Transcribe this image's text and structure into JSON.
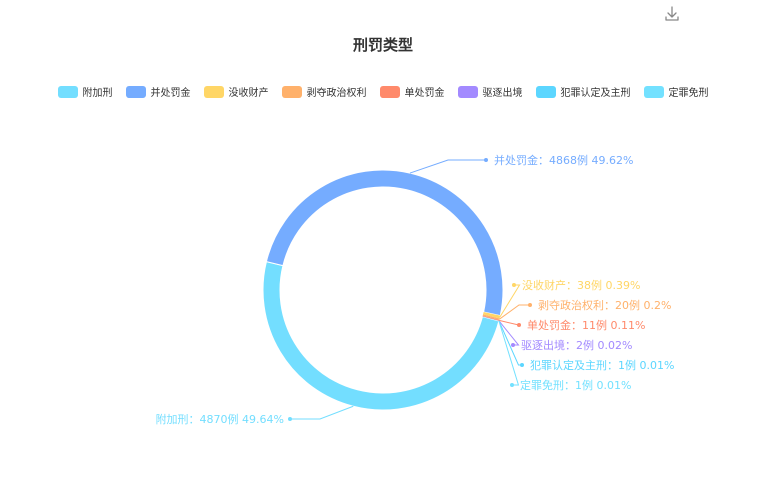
{
  "chart_data": {
    "type": "pie",
    "title": "刑罚类型",
    "unit": "例",
    "slices": [
      {
        "name": "附加刑",
        "value": 4870,
        "percent": "49.64%",
        "color": "#73DEFF"
      },
      {
        "name": "并处罚金",
        "value": 4868,
        "percent": "49.62%",
        "color": "#75ACFF"
      },
      {
        "name": "没收财产",
        "value": 38,
        "percent": "0.39%",
        "color": "#FFD666"
      },
      {
        "name": "剥夺政治权利",
        "value": 20,
        "percent": "0.2%",
        "color": "#FFB16B"
      },
      {
        "name": "单处罚金",
        "value": 11,
        "percent": "0.11%",
        "color": "#FF8A6B"
      },
      {
        "name": "驱逐出境",
        "value": 2,
        "percent": "0.02%",
        "color": "#A38AFF"
      },
      {
        "name": "犯罪认定及主刑",
        "value": 1,
        "percent": "0.01%",
        "color": "#5CD6FF"
      },
      {
        "name": "定罪免刑",
        "value": 1,
        "percent": "0.01%",
        "color": "#73E1FF"
      }
    ],
    "legend_position": "top-center"
  },
  "icons": {
    "download": "download-icon"
  }
}
